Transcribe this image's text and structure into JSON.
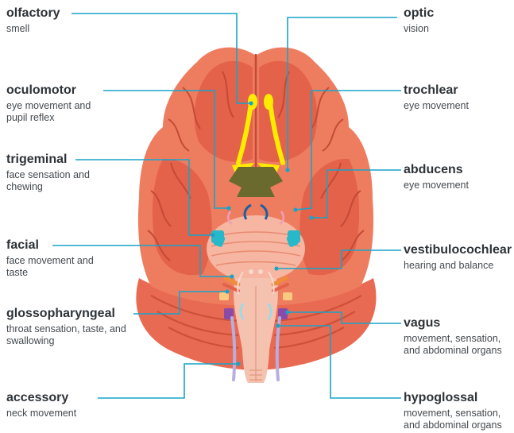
{
  "colors": {
    "leader": "#1aa3c8",
    "brain_outer": "#ee7d60",
    "brain_inner": "#e4614a",
    "sulcus": "#c44a36",
    "pons": "#f7b6a1",
    "medulla": "#f6c2b0",
    "olfactory": "#ffeb00",
    "optic": "#6b6a2e",
    "nerve_cyan": "#27b9c9",
    "nerve_blue": "#1d5fa0",
    "nerve_orange": "#f08c3c",
    "nerve_purple": "#8a4aa8",
    "nerve_lavender": "#b7aede"
  },
  "labels": {
    "olfactory": {
      "title": "olfactory",
      "desc": "smell"
    },
    "oculomotor": {
      "title": "oculomotor",
      "desc": "eye movement and pupil reflex"
    },
    "trigeminal": {
      "title": "trigeminal",
      "desc": "face sensation and chewing"
    },
    "facial": {
      "title": "facial",
      "desc": "face movement and taste"
    },
    "glossopharyngeal": {
      "title": "glossopharyngeal",
      "desc": "throat sensation, taste, and swallowing"
    },
    "accessory": {
      "title": "accessory",
      "desc": "neck movement"
    },
    "optic": {
      "title": "optic",
      "desc": "vision"
    },
    "trochlear": {
      "title": "trochlear",
      "desc": "eye movement"
    },
    "abducens": {
      "title": "abducens",
      "desc": "eye movement"
    },
    "vestibulocochlear": {
      "title": "vestibulocochlear",
      "desc": "hearing and balance"
    },
    "vagus": {
      "title": "vagus",
      "desc": "movement, sensation, and abdominal organs"
    },
    "hypoglossal": {
      "title": "hypoglossal",
      "desc": "movement, sensation, and abdominal organs"
    }
  }
}
